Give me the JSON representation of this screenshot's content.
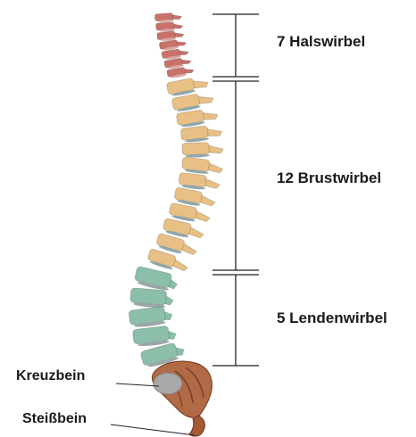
{
  "regions": [
    {
      "id": "cervical",
      "label": "7 Halswirbel",
      "count": 7,
      "color": "#c8736a",
      "disc_color": "#d9a6a0"
    },
    {
      "id": "thoracic",
      "label": "12 Brustwirbel",
      "count": 12,
      "color": "#e8bf85",
      "disc_color": "#8fa7a9"
    },
    {
      "id": "lumbar",
      "label": "5 Lendenwirbel",
      "count": 5,
      "color": "#8bbfaa",
      "disc_color": "#9aa6a8"
    }
  ],
  "sacrum": {
    "label": "Kreuzbein",
    "color": "#b06a45"
  },
  "coccyx": {
    "label": "Steißbein",
    "color": "#a35a35"
  }
}
